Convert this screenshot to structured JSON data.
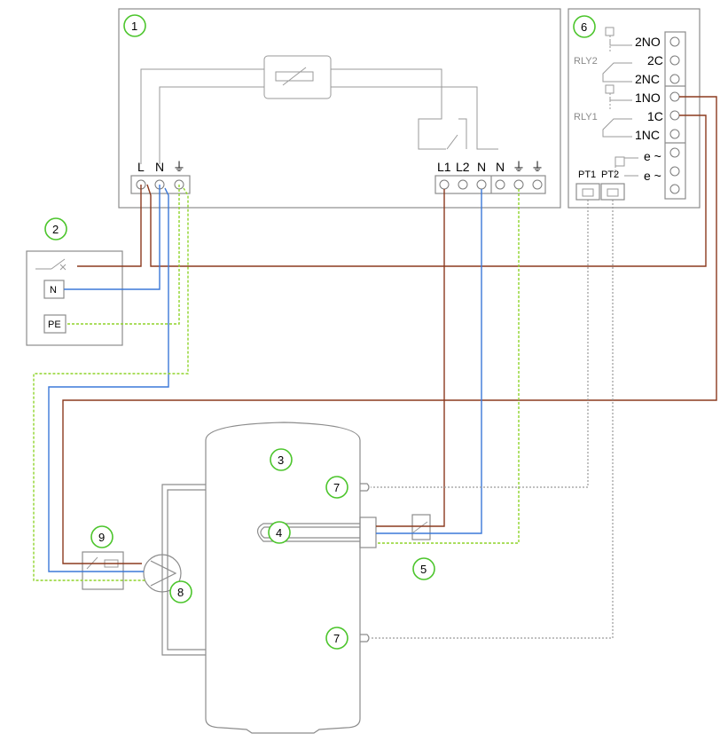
{
  "callouts": [
    "1",
    "2",
    "3",
    "4",
    "5",
    "6",
    "7",
    "7",
    "8",
    "9"
  ],
  "controller": {
    "left_terminals": [
      "L",
      "N",
      "⏚"
    ],
    "right_terminals": [
      "L1",
      "L2",
      "N",
      "N",
      "⏚",
      "⏚"
    ]
  },
  "supply": {
    "n_label": "N",
    "pe_label": "PE"
  },
  "relay_module": {
    "rly2_label": "RLY2",
    "rly1_label": "RLY1",
    "contacts": [
      "2NO",
      "2C",
      "2NC",
      "1NO",
      "1C",
      "1NC"
    ],
    "supply_labels": [
      "e ~",
      "e ~"
    ],
    "sensor_ports": [
      "PT1",
      "PT2"
    ]
  },
  "colors": {
    "live_wire": "#8b3a1e",
    "neutral_wire": "#3b78d8",
    "earth_wire": "#8fd42a",
    "callout_ring": "#4cc52c"
  }
}
